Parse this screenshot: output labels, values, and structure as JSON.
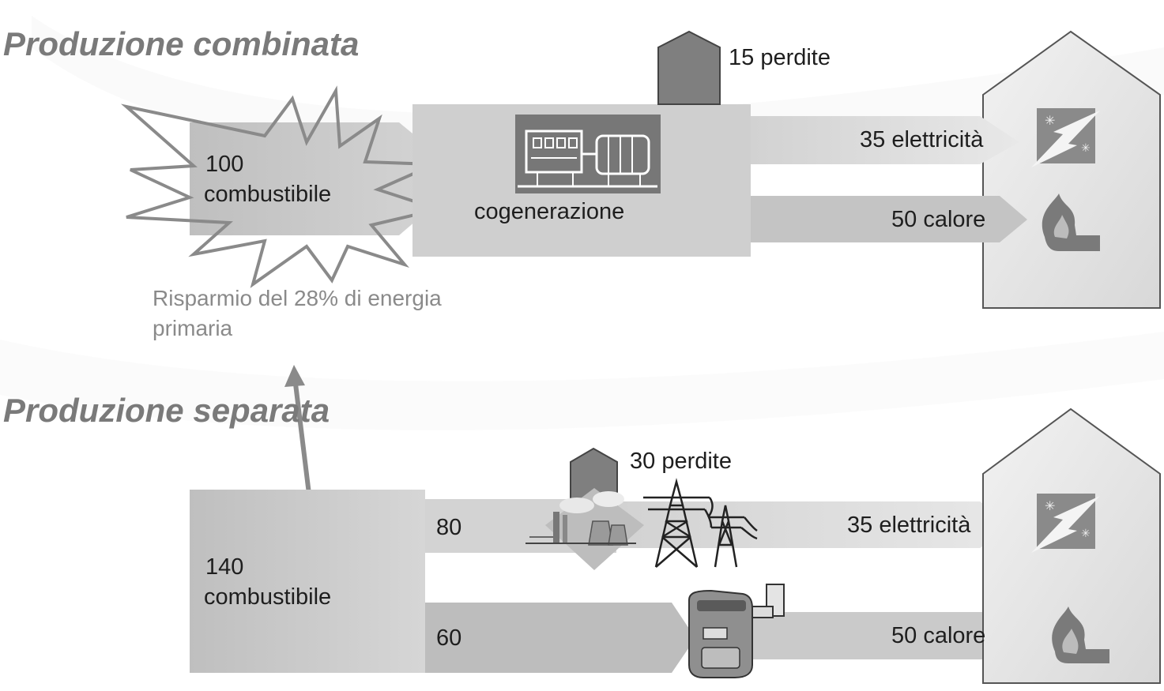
{
  "combined": {
    "heading": "Produzione combinata",
    "fuel_value": "100",
    "fuel_label": "combustibile",
    "plant_label": "cogenerazione",
    "losses": "15 perdite",
    "electricity": "35 elettricità",
    "heat": "50 calore"
  },
  "savings": {
    "line1": "Risparmio del 28% di energia",
    "line2": "primaria"
  },
  "separate": {
    "heading": "Produzione separata",
    "fuel_value": "140",
    "fuel_label": "combustibile",
    "to_power_plant": "80",
    "to_boiler": "60",
    "losses": "30 perdite",
    "electricity": "35 elettricità",
    "heat": "50 calore"
  },
  "icons": {
    "cogeneration": "cogeneration-engine-icon",
    "explosion": "burst-icon",
    "chimney": "chimney-icon",
    "electricity": "lightning-icon",
    "heat": "flame-icon",
    "power_plant": "power-plant-icon",
    "pylon": "power-pylon-icon",
    "boiler": "boiler-icon",
    "house": "house-icon"
  },
  "colors": {
    "flow_dark": "#bdbdbd",
    "flow_light": "#d9d9d9",
    "chimney": "#7f7f7f",
    "house": "#e6e6e6",
    "outline": "#555555"
  }
}
